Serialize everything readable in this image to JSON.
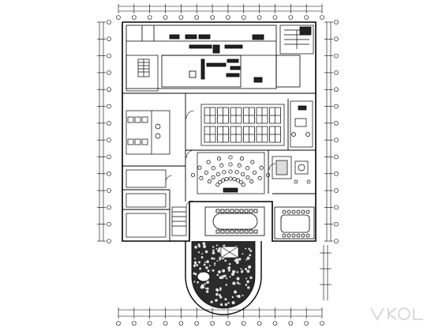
{
  "drawing": {
    "type": "architectural floor plan",
    "line_color": "#000000",
    "background": "#ffffff",
    "wall_color": "#111111",
    "hatch_color": "#222222"
  },
  "rooms": [
    {
      "id": "north-service-block"
    },
    {
      "id": "stair-core-northeast"
    },
    {
      "id": "stair-core-west"
    },
    {
      "id": "restrooms"
    },
    {
      "id": "open-office-workstations"
    },
    {
      "id": "tiered-lecture-hall"
    },
    {
      "id": "manager-office"
    },
    {
      "id": "reception-lounge"
    },
    {
      "id": "conference-room-oval-table"
    },
    {
      "id": "boardroom-long-table"
    },
    {
      "id": "west-offices"
    },
    {
      "id": "curved-garden-terrace"
    }
  ],
  "gridlines": {
    "vertical_count": 14,
    "horizontal_count": 14
  },
  "watermark": {
    "icon": "watermark-logo-icon"
  }
}
